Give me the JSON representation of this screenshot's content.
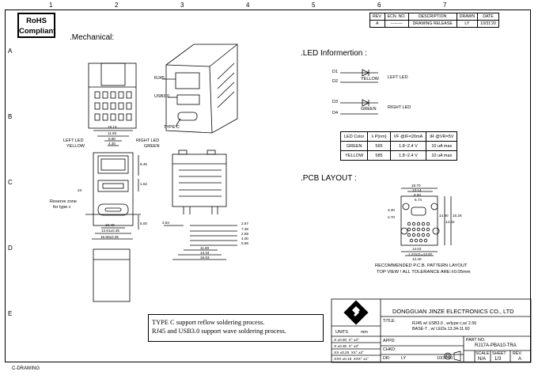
{
  "border": {
    "columns": [
      "1",
      "2",
      "3",
      "4",
      "5",
      "6",
      "7"
    ],
    "rows": [
      "A",
      "B",
      "C",
      "D",
      "E"
    ],
    "drawing_tag": "C-DRAWING"
  },
  "rohs": {
    "line1": "RoHS",
    "line2": "Compliant"
  },
  "sections": {
    "mechanical": ".Mechanical:",
    "led": ".LED Informertion :",
    "pcb": ".PCB LAYOUT :"
  },
  "revision_table": {
    "headers": [
      "REV.",
      "ECN. NO.",
      "DESCRIPTION",
      "DRAWN",
      "DATE"
    ],
    "row": [
      "A",
      "---------",
      "DRAWING RELEASE",
      "LY",
      "10/31'20"
    ]
  },
  "led_info": {
    "d1": "D1",
    "d2": "D2",
    "d3": "D3",
    "d4": "D4",
    "yellow": "YELLOW",
    "green": "GREEN",
    "left_led": "LEFT LED",
    "right_led": "RIGHT LED"
  },
  "led_table": {
    "headers": [
      "LED Color",
      "λ P(nm)",
      "VF @IF=20mA",
      "IR @VR=5V"
    ],
    "rows": [
      [
        "GREEN",
        "565",
        "1.8~2.4 V",
        "10 uA max"
      ],
      [
        "YELLOW",
        "585",
        "1.8~2.4 V",
        "10 uA max"
      ]
    ]
  },
  "mech_labels": {
    "left_led": "LEFT LED",
    "yellow": "YELLOW",
    "right_led": "RIGHT LED",
    "green": "GREEN",
    "reserve1": "Reserve zone",
    "reserve2": "for type c",
    "rj45": "RJ45",
    "usb3": "USB3.0",
    "typec": "TYPE C"
  },
  "mech_dims": {
    "d1915": "19.15",
    "d1190": "11.90",
    "d880": "8.80",
    "d430": "4.30",
    "d845": "8.45",
    "d152": "1.52",
    "d1040": "10.40",
    "d1361": "13.61±0.35",
    "d1560": "15.60±0.35",
    "d500": "5.00",
    "d2X": "2X",
    "d284": "2.84",
    "d267": "2.67",
    "d736": "7.36",
    "d269": "2.69",
    "d400": "4.00",
    "d588": "5.88",
    "d1160": "11.60",
    "d1334": "13.34",
    "d1563": "15.63"
  },
  "pcb": {
    "d1870": "18.70",
    "d1314": "13.14",
    "d800": "8.00",
    "d574": "5.74",
    "d320": "3.20",
    "d270": "2.70",
    "d1490": "14.90",
    "d1402": "14.02",
    "d1526": "15.26",
    "d1402b": "14.02",
    "d1440": "14.40",
    "d1128": "1.27x11=13.97",
    "title": "RECOMMENDED P.C.B. PATTERN LAYOUT",
    "subtitle": "TOP VIEW ! ALL TOLERANCE ARE:±0.05mm"
  },
  "notes": {
    "line1": "TYPE C support reflow soldering process.",
    "line2": "RJ45 and USB3.0 support wave soldering process."
  },
  "title_block": {
    "company": "DONGGUAN JINZE ELECTRONICS CO., LTD",
    "title_label": "TITLE:",
    "title_line1": "RJ45 w/ USB3.0 , w/type c,w/ 2.56",
    "title_line2": "BASE-T , w/ LEDs.13.34-11.60",
    "units": "UNITS",
    "mm": "mm",
    "tol": [
      [
        ".X",
        "±0.50",
        "X°",
        "±3°"
      ],
      [
        ".X",
        "±0.35",
        "X°",
        "±3°"
      ],
      [
        ".XX",
        "±0.25",
        "XX°",
        "±2°"
      ],
      [
        ".XXX",
        "±0.15",
        "XXX°",
        "±1°"
      ]
    ],
    "appd": "APPD:",
    "chkd": "CHKD:",
    "dr": "DR:",
    "dr_val": "LY",
    "dr_date": "10/31'20",
    "part_label": "PART NO.",
    "part_no": "RJ17A-PBA10-TRA",
    "scale_label": "SCALE",
    "sheet_label": "SHEET",
    "rev_label": "REV.",
    "scale": "N/A",
    "sheet": "1/3",
    "rev": "A"
  }
}
